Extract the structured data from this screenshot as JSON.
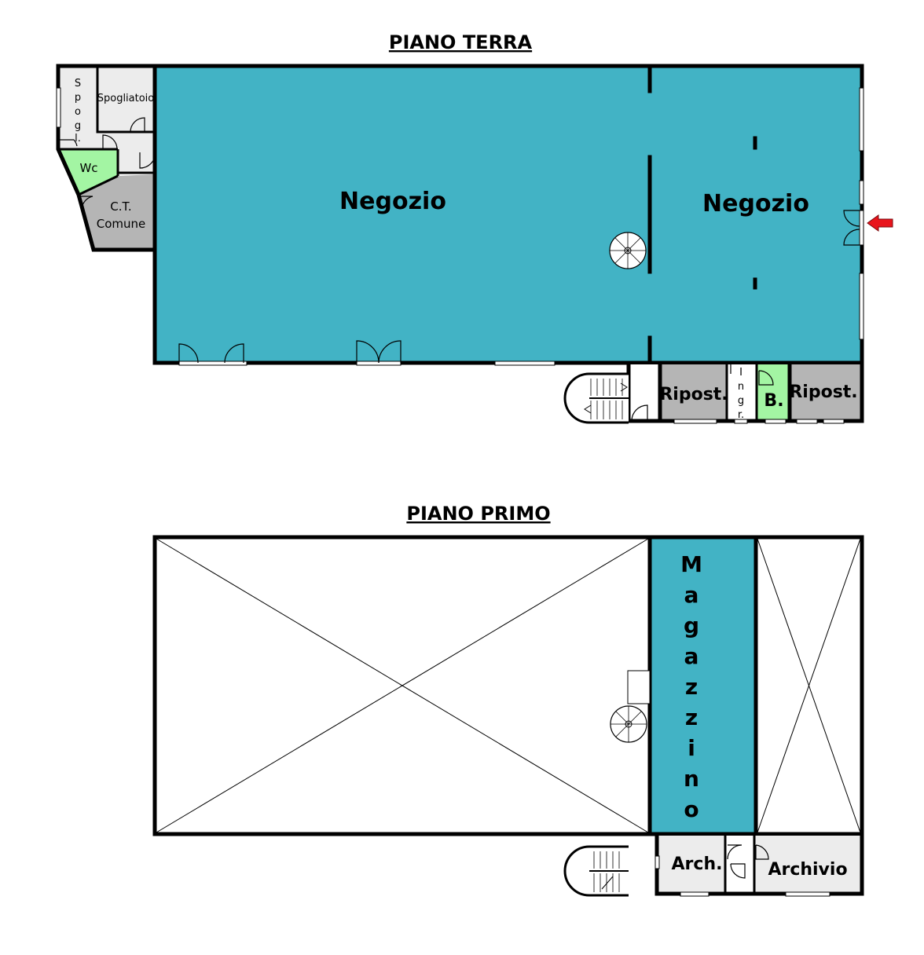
{
  "floors": {
    "ground": {
      "title": "PIANO TERRA",
      "rooms": {
        "negozio_main": "Negozio",
        "negozio_right": "Negozio",
        "spogliatoio": "Spogliatoio",
        "spogl_letters": [
          "S",
          "p",
          "o",
          "g",
          "l."
        ],
        "wc": "Wc",
        "ct_line1": "C.T.",
        "ct_line2": "Comune",
        "ripost_left": "Ripost.",
        "ingr_letters": [
          "I",
          "n",
          "g",
          "r."
        ],
        "bagno": "B.",
        "ripost_right": "Ripost."
      }
    },
    "first": {
      "title": "PIANO PRIMO",
      "rooms": {
        "magazzino_letters": [
          "M",
          "a",
          "g",
          "a",
          "z",
          "z",
          "i",
          "n",
          "o"
        ],
        "arch": "Arch.",
        "archivio": "Archivio"
      }
    }
  },
  "colors": {
    "shop": "#42b3c5",
    "utility": "#b5b5b5",
    "bath": "#a3f5a3",
    "service": "#ececec",
    "wall": "#000000",
    "entrance_arrow": "#e8141c"
  },
  "icons": {
    "entrance": "entrance-arrow-icon",
    "spiral_stair": "spiral-staircase-icon",
    "stair": "staircase-icon"
  }
}
